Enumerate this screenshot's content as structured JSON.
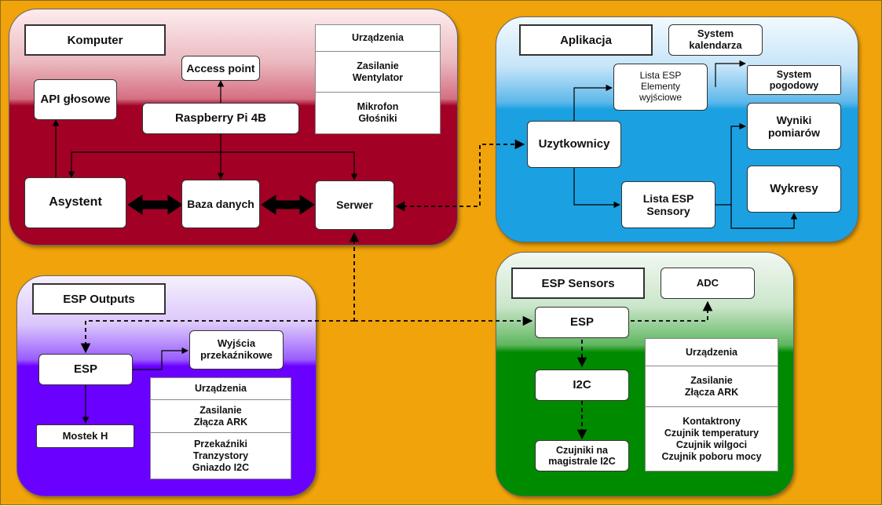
{
  "panels": {
    "komputer": {
      "title": "Komputer",
      "access_point": "Access point",
      "api": "API głosowe",
      "raspberry": "Raspberry Pi 4B",
      "asystent": "Asystent",
      "baza": "Baza danych",
      "serwer": "Serwer",
      "table": [
        "Urządzenia",
        "Zasilanie\nWentylator",
        "Mikrofon\nGłośniki"
      ]
    },
    "aplikacja": {
      "title": "Aplikacja",
      "kalendarz": "System\nkalendarza",
      "lista_esp_elementy": "Lista ESP\nElementy\nwyjściowe",
      "pogodowy": "System\npogodowy",
      "uzytkownicy": "Uzytkownicy",
      "wyniki": "Wyniki\npomiarów",
      "lista_esp_sensory": "Lista ESP\nSensory",
      "wykresy": "Wykresy"
    },
    "esp_outputs": {
      "title": "ESP Outputs",
      "esp": "ESP",
      "wyjscia": "Wyjścia\nprzekaźnikowe",
      "mostek": "Mostek H",
      "table": [
        "Urządzenia",
        "Zasilanie\nZłącza ARK",
        "Przekaźniki\nTranzystory\nGniazdo I2C"
      ]
    },
    "esp_sensors": {
      "title": "ESP Sensors",
      "adc": "ADC",
      "esp": "ESP",
      "i2c": "I2C",
      "czujniki": "Czujniki na\nmagistrale I2C",
      "table": [
        "Urządzenia",
        "Zasilanie\nZłącza ARK",
        "Kontaktrony\nCzujnik temperatury\nCzujnik wilgoci\nCzujnik poboru mocy"
      ]
    }
  },
  "colors": {
    "background": "#F0A30A",
    "komputer": "#A20025",
    "aplikacja": "#1BA1E2",
    "esp_outputs": "#6A00FF",
    "esp_sensors": "#008A00"
  }
}
